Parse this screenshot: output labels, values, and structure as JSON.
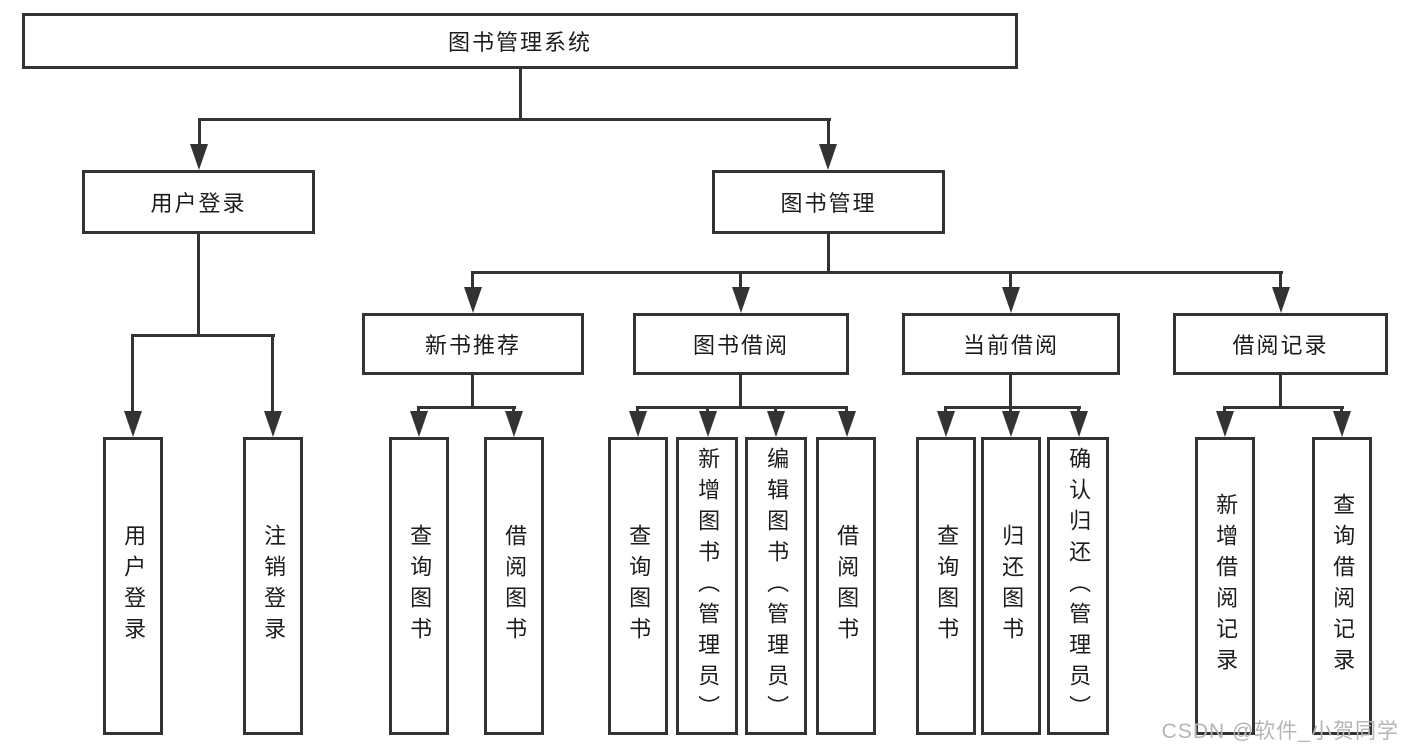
{
  "tree": {
    "root": {
      "label": "图书管理系统"
    },
    "level2": [
      {
        "id": "user-login",
        "label": "用户登录",
        "leaves": [
          {
            "label": "用户登录"
          },
          {
            "label": "注销登录"
          }
        ]
      },
      {
        "id": "book-management",
        "label": "图书管理",
        "level3": [
          {
            "id": "new-book-recommend",
            "label": "新书推荐",
            "leaves": [
              {
                "label": "查询图书"
              },
              {
                "label": "借阅图书"
              }
            ]
          },
          {
            "id": "book-borrowing",
            "label": "图书借阅",
            "leaves": [
              {
                "label": "查询图书"
              },
              {
                "label": "新增图书（管理员）"
              },
              {
                "label": "编辑图书（管理员）"
              },
              {
                "label": "借阅图书"
              }
            ]
          },
          {
            "id": "current-borrowing",
            "label": "当前借阅",
            "leaves": [
              {
                "label": "查询图书"
              },
              {
                "label": "归还图书"
              },
              {
                "label": "确认归还（管理员）"
              }
            ]
          },
          {
            "id": "borrowing-records",
            "label": "借阅记录",
            "leaves": [
              {
                "label": "新增借阅记录"
              },
              {
                "label": "查询借阅记录"
              }
            ]
          }
        ]
      }
    ]
  },
  "watermark": {
    "text": "CSDN @软件_小贺同学"
  },
  "colors": {
    "line": "#333333",
    "text": "#1c1c1c",
    "watermark": "#b5b5b5",
    "background": "#ffffff"
  }
}
